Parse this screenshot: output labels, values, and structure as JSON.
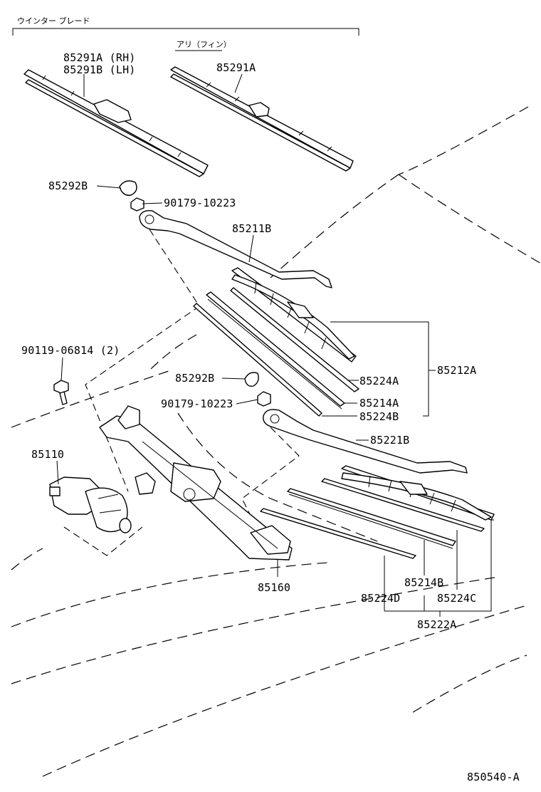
{
  "header": {
    "title": "ウインター ブレード",
    "sub_title": "アリ（フィン）"
  },
  "labels": {
    "p85291a_rh": "85291A (RH)",
    "p85291b_lh": "85291B (LH)",
    "p85291a": "85291A",
    "p85292b_top": "85292B",
    "p90179_top": "90179-10223",
    "p85211b": "85211B",
    "p90119": "90119-06814 (2)",
    "p85292b_mid": "85292B",
    "p90179_mid": "90179-10223",
    "p85110": "85110",
    "p85224a": "85224A",
    "p85214a": "85214A",
    "p85224b": "85224B",
    "p85212a": "85212A",
    "p85221b": "85221B",
    "p85160": "85160",
    "p85214b": "85214B",
    "p85224d": "85224D",
    "p85224c": "85224C",
    "p85222a": "85222A",
    "figure_code": "850540-A"
  },
  "icons": [
    "wiper-blade-icon",
    "wiper-arm-icon",
    "wiper-motor-icon",
    "wiper-link-icon",
    "nut-icon",
    "bolt-icon",
    "cap-icon"
  ]
}
